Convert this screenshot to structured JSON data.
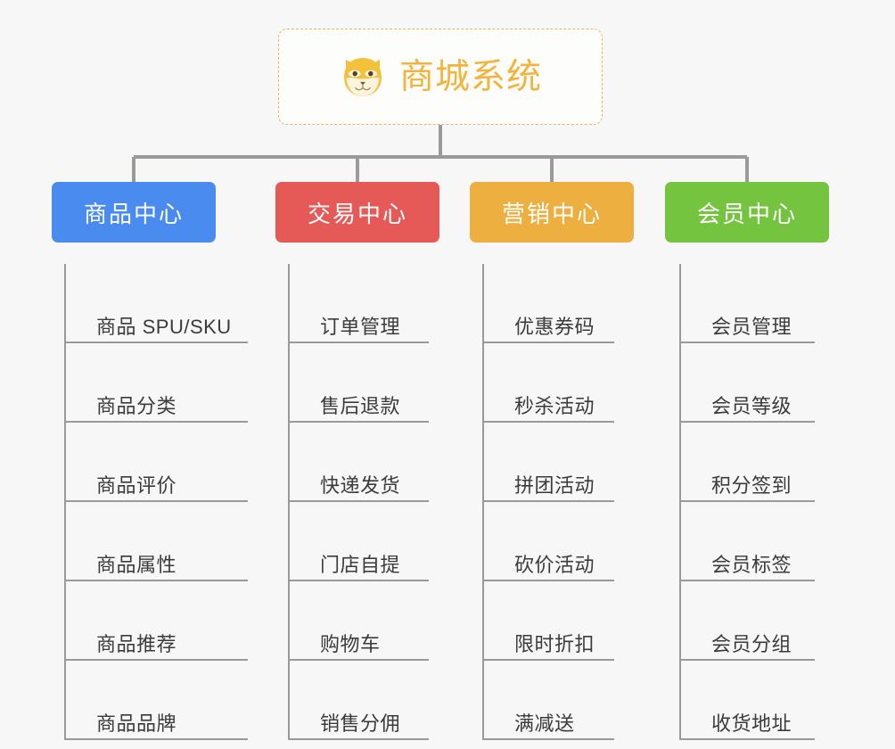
{
  "root": {
    "title": "商城系统",
    "icon": "dog-face-icon",
    "border_color": "#e9b558",
    "text_color": "#f2b43c",
    "background": "#fdfdfc",
    "border_style": "dashed"
  },
  "canvas": {
    "background": "#f7f7f7",
    "connector_color": "#9a9a9a",
    "leaf_text_color": "#3b3b3b"
  },
  "columns": [
    {
      "title": "商品中心",
      "color": "#4a8bf0",
      "color_name": "blue",
      "items": [
        {
          "label": "商品 SPU/SKU"
        },
        {
          "label": "商品分类"
        },
        {
          "label": "商品评价"
        },
        {
          "label": "商品属性"
        },
        {
          "label": "商品推荐"
        },
        {
          "label": "商品品牌"
        }
      ]
    },
    {
      "title": "交易中心",
      "color": "#e55a56",
      "color_name": "red",
      "items": [
        {
          "label": "订单管理"
        },
        {
          "label": "售后退款"
        },
        {
          "label": "快递发货"
        },
        {
          "label": "门店自提"
        },
        {
          "label": "购物车"
        },
        {
          "label": "销售分佣"
        }
      ]
    },
    {
      "title": "营销中心",
      "color": "#eeaf41",
      "color_name": "orange",
      "items": [
        {
          "label": "优惠券码"
        },
        {
          "label": "秒杀活动"
        },
        {
          "label": "拼团活动"
        },
        {
          "label": "砍价活动"
        },
        {
          "label": "限时折扣"
        },
        {
          "label": "满减送"
        }
      ]
    },
    {
      "title": "会员中心",
      "color": "#75c440",
      "color_name": "green",
      "items": [
        {
          "label": "会员管理"
        },
        {
          "label": "会员等级"
        },
        {
          "label": "积分签到"
        },
        {
          "label": "会员标签"
        },
        {
          "label": "会员分组"
        },
        {
          "label": "收货地址"
        }
      ]
    }
  ]
}
